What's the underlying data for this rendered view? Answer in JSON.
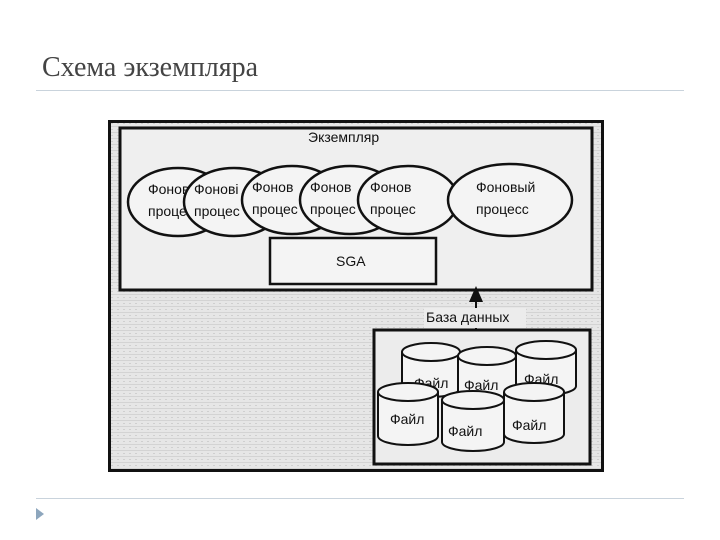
{
  "slide": {
    "title": "Схема экземпляра"
  },
  "diagram": {
    "instance_label": "Экземпляр",
    "background_processes": [
      {
        "line1": "Фонов",
        "line2": "процес"
      },
      {
        "line1": "Фоновi",
        "line2": "процес"
      },
      {
        "line1": "Фонов",
        "line2": "процес"
      },
      {
        "line1": "Фонов",
        "line2": "процес"
      },
      {
        "line1": "Фонов",
        "line2": "процес"
      },
      {
        "line1": "Фоновый",
        "line2": "процесс"
      }
    ],
    "sga_label": "SGA",
    "database_label": "База данных",
    "files": [
      "Файл",
      "Файл",
      "Файл",
      "Файл",
      "Файл",
      "Файл"
    ]
  }
}
